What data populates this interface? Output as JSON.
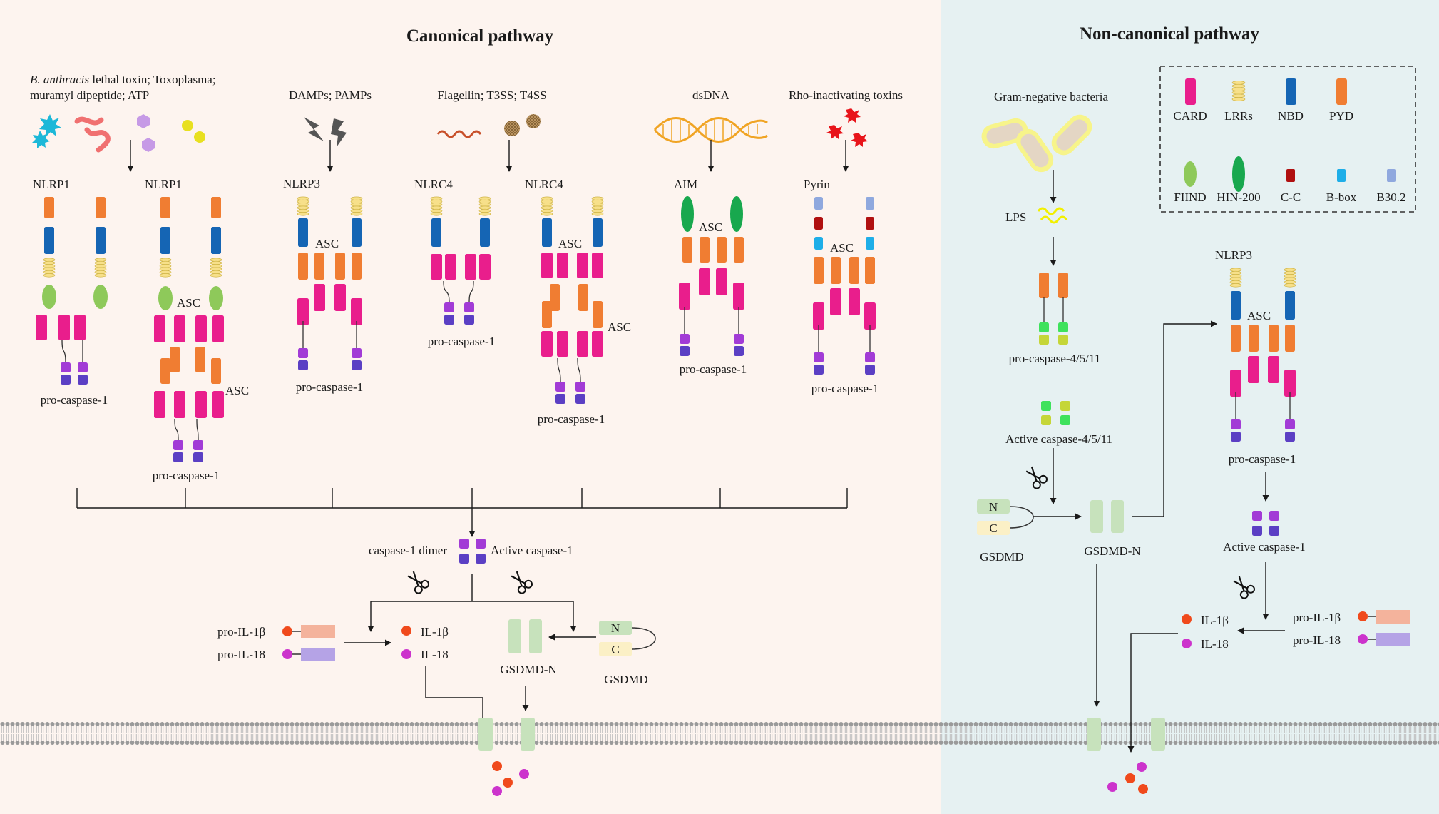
{
  "titles": {
    "canonical": "Canonical pathway",
    "noncanonical": "Non-canonical pathway"
  },
  "stimuli": {
    "nlrp1_line1_italic": "B. anthracis",
    "nlrp1_line1_rest": " lethal toxin; Toxoplasma;",
    "nlrp1_line2": "muramyl dipeptide; ATP",
    "nlrp3": "DAMPs; PAMPs",
    "nlrc4": "Flagellin; T3SS; T4SS",
    "aim": "dsDNA",
    "pyrin": "Rho-inactivating toxins",
    "gram": "Gram-negative bacteria",
    "lps": "LPS"
  },
  "sensors": {
    "nlrp1": "NLRP1",
    "nlrp3": "NLRP3",
    "nlrc4": "NLRC4",
    "aim": "AIM",
    "pyrin": "Pyrin"
  },
  "labels": {
    "asc": "ASC",
    "pro_casp1": "pro-caspase-1",
    "casp1_dimer": "caspase-1  dimer",
    "active_casp1": "Active caspase-1",
    "pro_il1b": "pro-IL-1β",
    "pro_il18": "pro-IL-18",
    "il1b": "IL-1β",
    "il18": "IL-18",
    "gsdmd": "GSDMD",
    "gsdmd_n": "GSDMD-N",
    "n": "N",
    "c": "C",
    "pro_casp4": "pro-caspase-4/5/11",
    "active_casp4": "Active caspase-4/5/11"
  },
  "legend": [
    {
      "label": "CARD",
      "color": "#e91e8c",
      "shape": "rect"
    },
    {
      "label": "LRRs",
      "color": "#f7e08a",
      "shape": "coil"
    },
    {
      "label": "NBD",
      "color": "#1565b4",
      "shape": "rect"
    },
    {
      "label": "PYD",
      "color": "#f07d32",
      "shape": "rect"
    },
    {
      "label": "FIIND",
      "color": "#8ec95a",
      "shape": "ellipse"
    },
    {
      "label": "HIN-200",
      "color": "#18a84e",
      "shape": "ellipse"
    },
    {
      "label": "C-C",
      "color": "#b01010",
      "shape": "small"
    },
    {
      "label": "B-box",
      "color": "#1eaee8",
      "shape": "small"
    },
    {
      "label": "B30.2",
      "color": "#8fa8de",
      "shape": "small"
    }
  ],
  "colors": {
    "canonical_bg": "#fdf4ef",
    "noncanonical_bg": "#e6f1f2",
    "card": "#e91e8c",
    "lrr": "#f7e08a",
    "nbd": "#1565b4",
    "pyd": "#f07d32",
    "fiind": "#8ec95a",
    "hin200": "#18a84e",
    "cc": "#b01010",
    "bbox": "#1eaee8",
    "b302": "#8fa8de",
    "casp_top": "#a23bd6",
    "casp_bottom": "#5b3fc4",
    "casp4_light": "#c5d638",
    "casp4_bright": "#3ee25c",
    "gsdmd_n": "#c7e2bc",
    "gsdmd_c": "#fbf0c6",
    "il1b": "#f04a1c",
    "il18": "#cc33cc",
    "pro_il1b_box": "#f4b39c",
    "pro_il18_box": "#b5a3e6",
    "membrane": "#a8a8a8"
  }
}
